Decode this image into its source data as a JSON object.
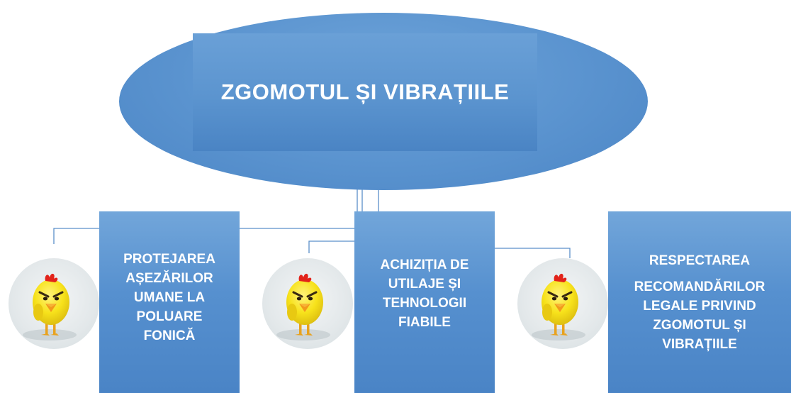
{
  "diagram": {
    "title": "ZGOMOTUL ȘI VIBRAȚIILE",
    "nodes": [
      {
        "id": "left",
        "lines": [
          "PROTEJAREA",
          "AȘEZĂRILOR",
          "UMANE LA",
          "POLUARE",
          "FONICĂ"
        ]
      },
      {
        "id": "middle",
        "lines": [
          "ACHIZIȚIA DE",
          "UTILAJE ȘI",
          "TEHNOLOGII",
          "FIABILE"
        ]
      },
      {
        "id": "right",
        "lines": [
          "RESPECTAREA",
          "RECOMANDĂRILOR",
          "LEGALE PRIVIND",
          "ZGOMOTUL ȘI",
          "VIBRAȚIILE"
        ]
      }
    ],
    "icons": [
      "angry-chick-icon",
      "angry-chick-icon",
      "angry-chick-icon"
    ],
    "colors": {
      "box": "#5b94cf",
      "connector": "#5b8fc9",
      "text": "#ffffff",
      "chick_body": "#f7e21b",
      "chick_comb": "#e2231a",
      "chick_beak": "#f29a1b"
    }
  }
}
